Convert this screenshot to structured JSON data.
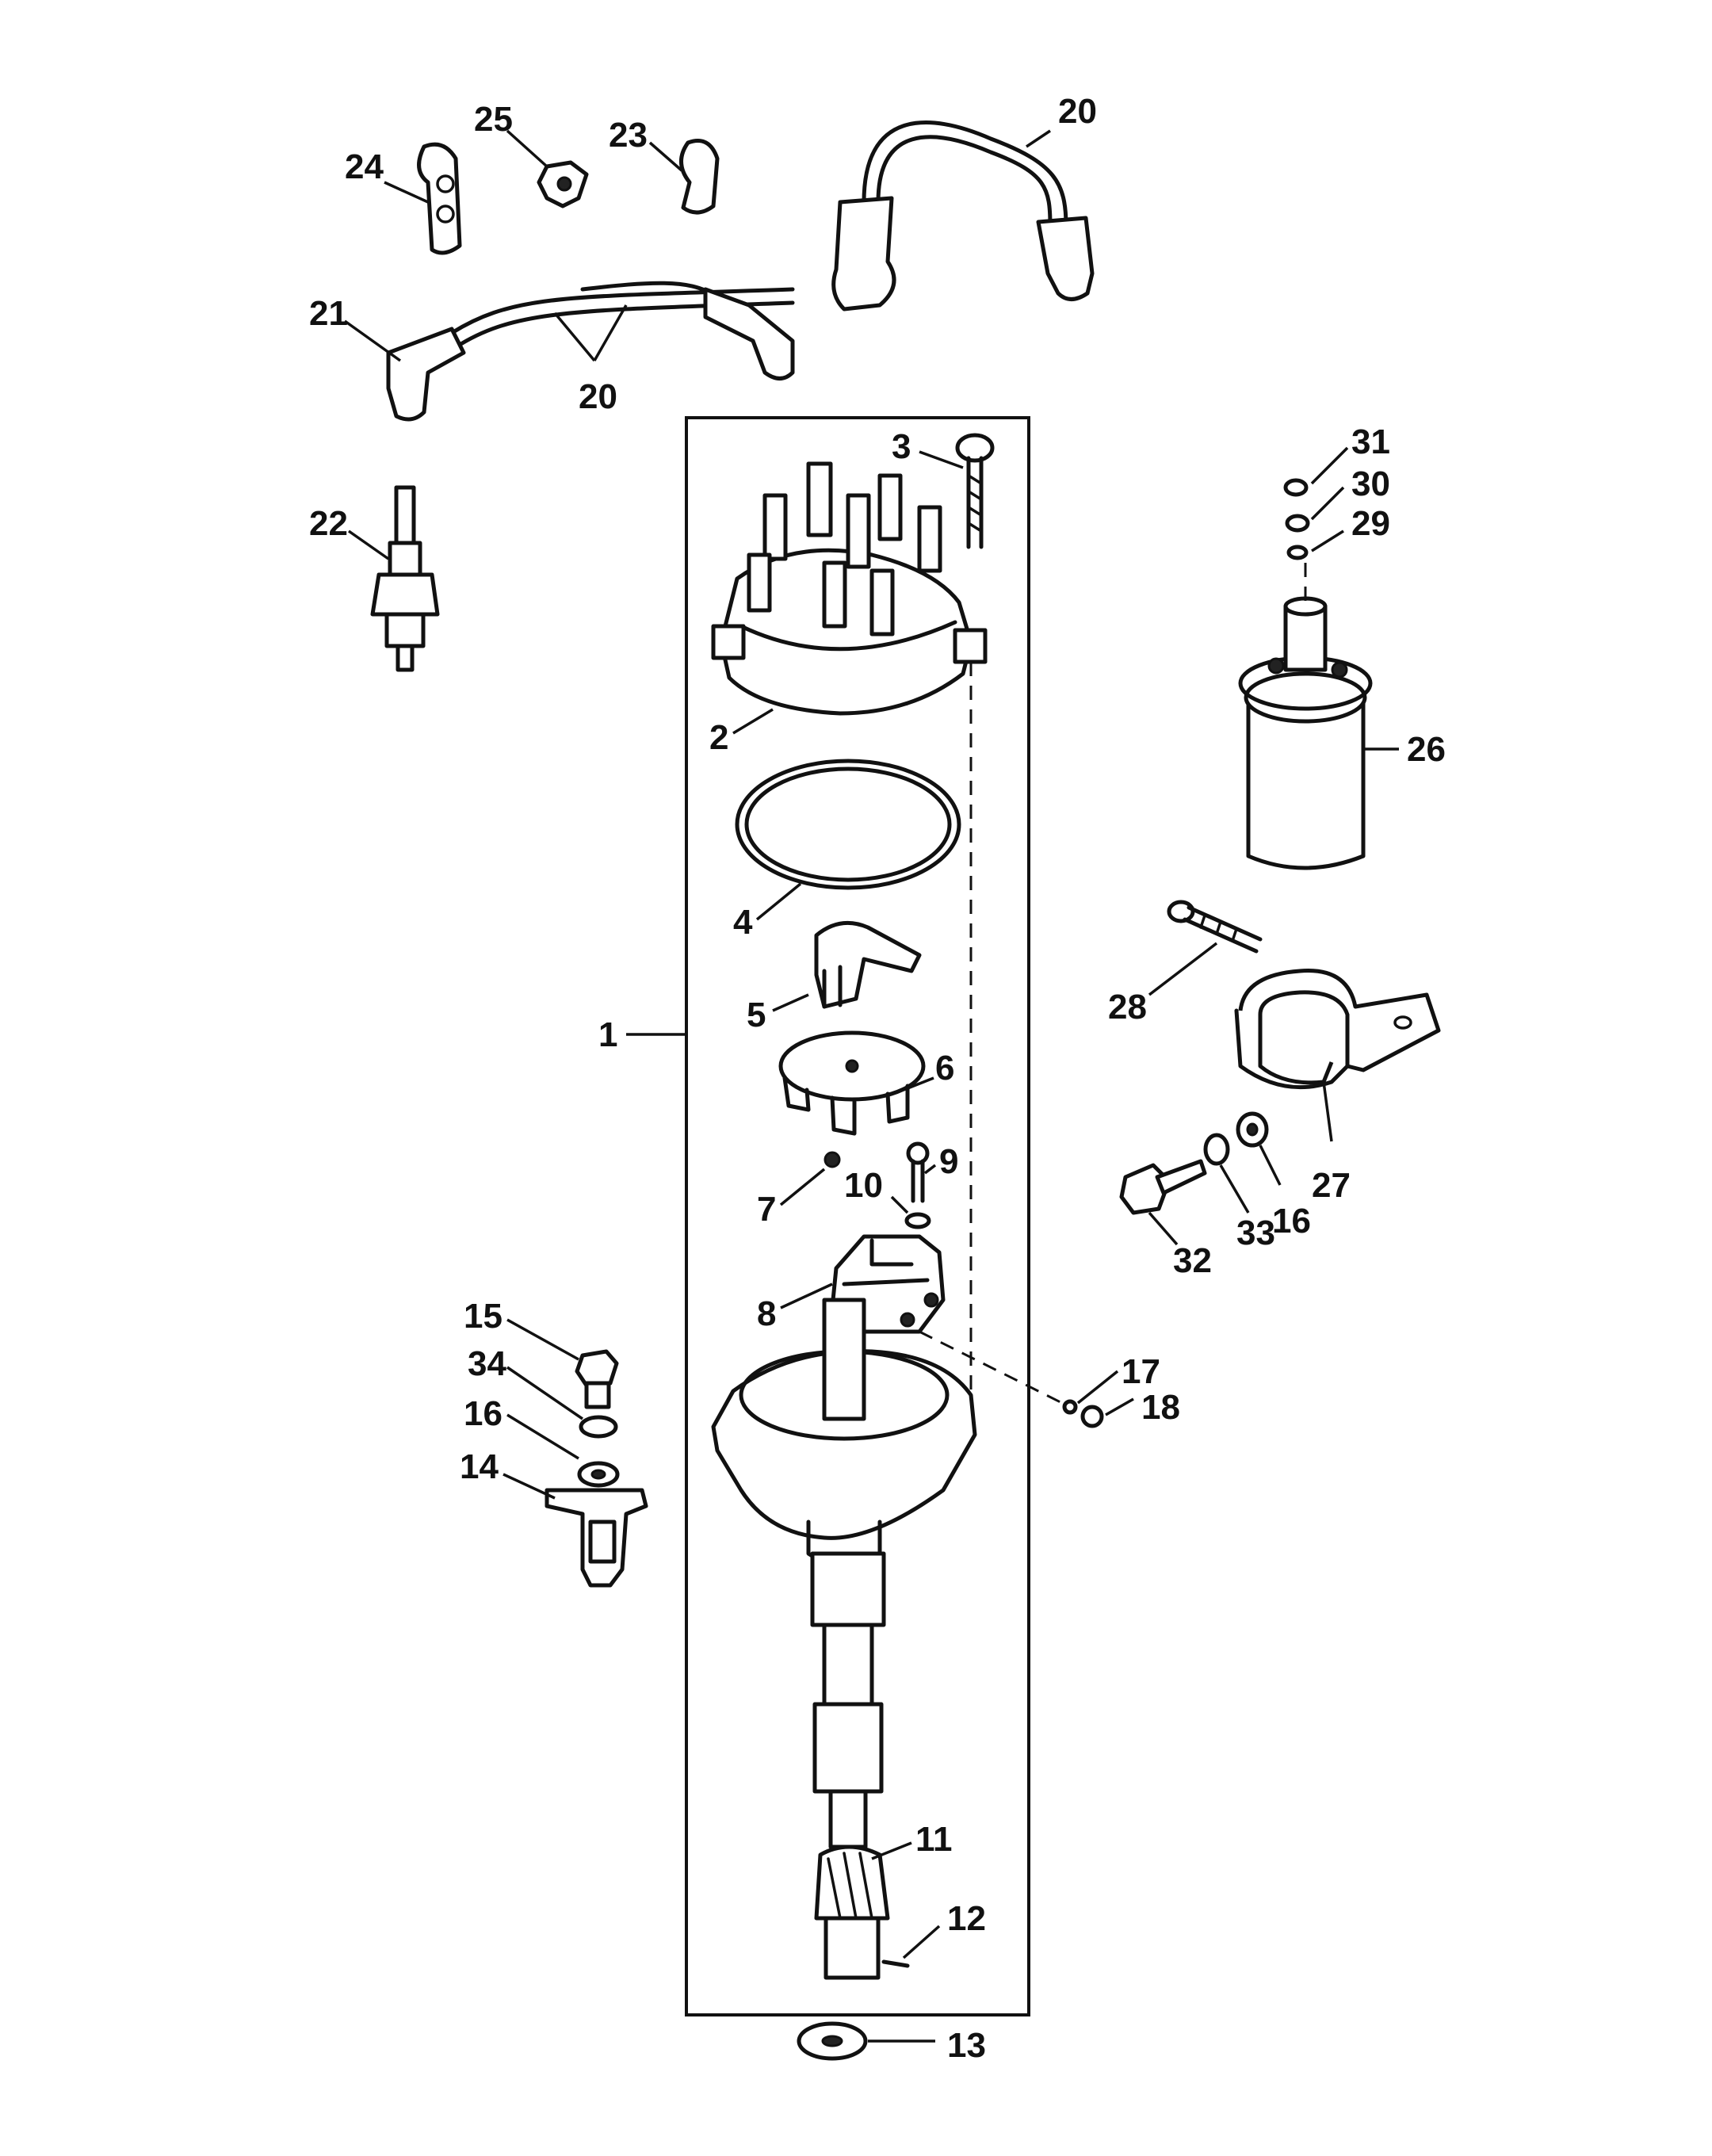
{
  "callouts": [
    {
      "label": "1"
    },
    {
      "label": "2"
    },
    {
      "label": "3"
    },
    {
      "label": "4"
    },
    {
      "label": "5"
    },
    {
      "label": "6"
    },
    {
      "label": "7"
    },
    {
      "label": "8"
    },
    {
      "label": "9"
    },
    {
      "label": "10"
    },
    {
      "label": "11"
    },
    {
      "label": "12"
    },
    {
      "label": "13"
    },
    {
      "label": "14"
    },
    {
      "label": "15"
    },
    {
      "label": "16"
    },
    {
      "label": "16"
    },
    {
      "label": "17"
    },
    {
      "label": "18"
    },
    {
      "label": "20"
    },
    {
      "label": "20"
    },
    {
      "label": "21"
    },
    {
      "label": "22"
    },
    {
      "label": "23"
    },
    {
      "label": "24"
    },
    {
      "label": "25"
    },
    {
      "label": "26"
    },
    {
      "label": "27"
    },
    {
      "label": "28"
    },
    {
      "label": "29"
    },
    {
      "label": "30"
    },
    {
      "label": "31"
    },
    {
      "label": "32"
    },
    {
      "label": "33"
    },
    {
      "label": "34"
    }
  ]
}
